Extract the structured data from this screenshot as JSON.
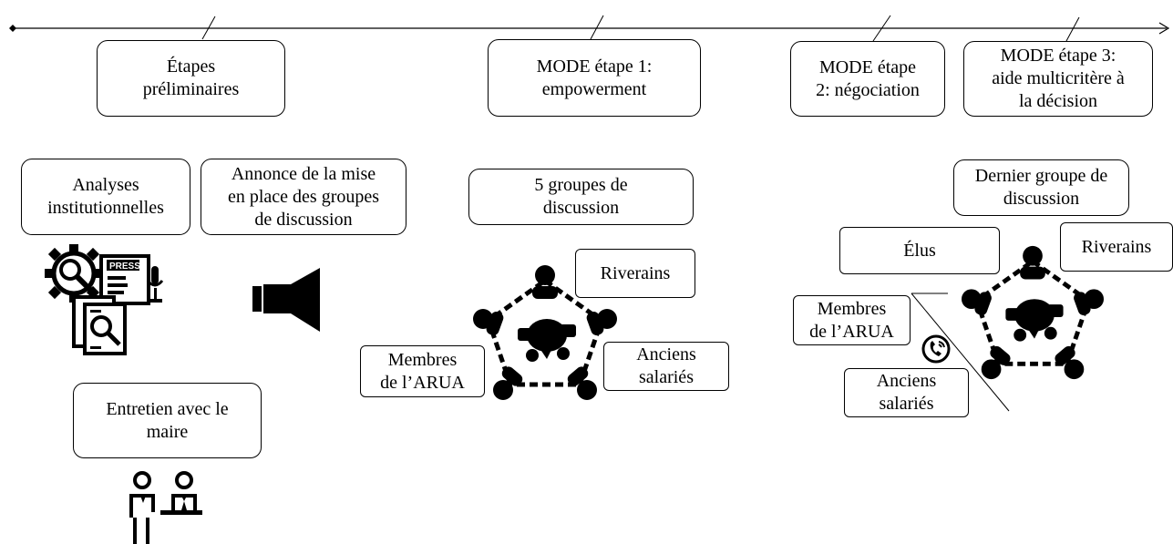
{
  "phases": [
    {
      "id": "prelim",
      "label": "Étapes\npréliminaires"
    },
    {
      "id": "mode1",
      "label": "MODE étape 1:\nempowerment"
    },
    {
      "id": "mode2",
      "label": "MODE étape\n2: négociation"
    },
    {
      "id": "mode3",
      "label": "MODE étape 3:\naide multicritère à\nla décision"
    }
  ],
  "prelim": {
    "analyses": "Analyses\ninstitutionnelles",
    "annonce": "Annonce de la mise\nen place des groupes\nde discussion",
    "entretien": "Entretien avec le\nmaire",
    "press_text": "PRESS"
  },
  "mode1": {
    "groupes": "5 groupes de\ndiscussion",
    "riverains": "Riverains",
    "membres": "Membres\nde l’ARUA",
    "anciens": "Anciens\nsalariés"
  },
  "mode23": {
    "dernier": "Dernier groupe de\ndiscussion",
    "elus": "Élus",
    "riverains": "Riverains",
    "membres": "Membres\nde l’ARUA",
    "anciens": "Anciens\nsalariés"
  },
  "icons": [
    "gear-search-icon",
    "press-document-icon",
    "document-search-icon",
    "megaphone-icon",
    "meeting-people-icon",
    "phone-call-icon",
    "group-discussion-icon"
  ]
}
